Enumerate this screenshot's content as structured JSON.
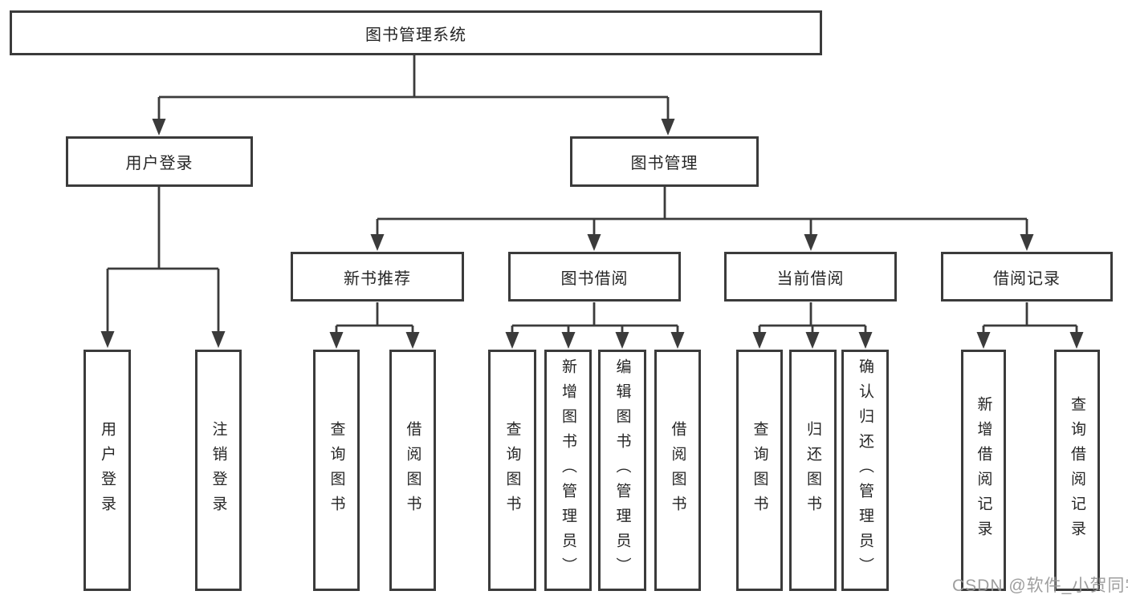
{
  "tree": {
    "root": "图书管理系统",
    "branches": [
      {
        "label": "用户登录",
        "children": [
          "用户登录",
          "注销登录"
        ]
      },
      {
        "label": "图书管理",
        "sections": [
          {
            "label": "新书推荐",
            "children": [
              "查询图书",
              "借阅图书"
            ]
          },
          {
            "label": "图书借阅",
            "children": [
              "查询图书",
              "新增图书（管理员）",
              "编辑图书（管理员）",
              "借阅图书"
            ]
          },
          {
            "label": "当前借阅",
            "children": [
              "查询图书",
              "归还图书",
              "确认归还（管理员）"
            ]
          },
          {
            "label": "借阅记录",
            "children": [
              "新增借阅记录",
              "查询借阅记录"
            ]
          }
        ]
      }
    ]
  },
  "watermark": "CSDN @软件_小贺同学",
  "colors": {
    "line": "#3b3b3b",
    "text": "#262626",
    "watermark": "#969696"
  }
}
